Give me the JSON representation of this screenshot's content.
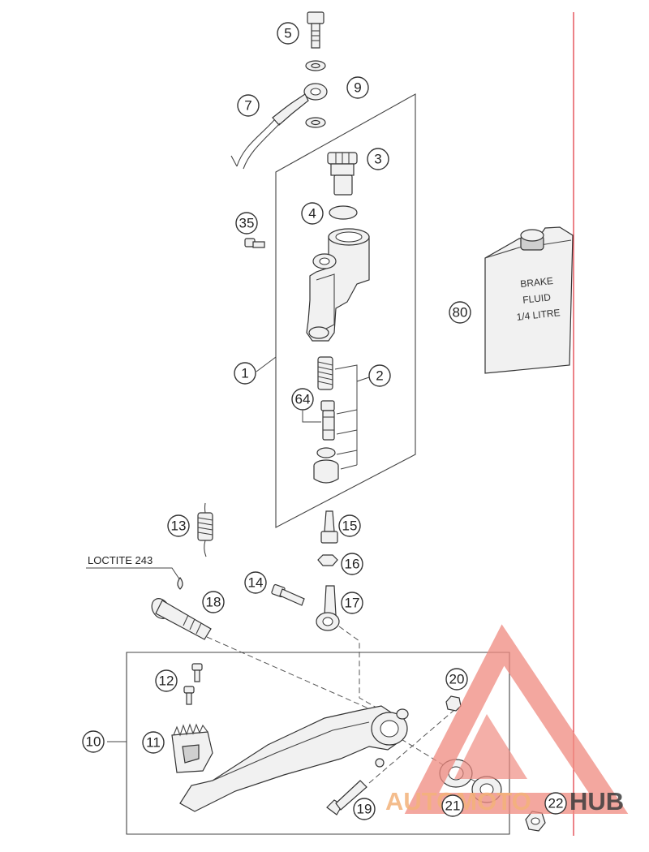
{
  "callouts": {
    "c1": "1",
    "c2": "2",
    "c3": "3",
    "c4": "4",
    "c5": "5",
    "c7": "7",
    "c9": "9",
    "c10": "10",
    "c11": "11",
    "c12": "12",
    "c13": "13",
    "c14": "14",
    "c15": "15",
    "c16": "16",
    "c17": "17",
    "c18": "18",
    "c19": "19",
    "c20": "20",
    "c21": "21",
    "c22": "22",
    "c35": "35",
    "c64": "64",
    "c80": "80"
  },
  "loctite_label": "LOCTITE 243",
  "fluid_label": {
    "line1": "BRAKE",
    "line2": "FLUID",
    "line3": "1/4 LITRE"
  },
  "watermark": {
    "text_a": "AUTOMOTO",
    "text_b": "HUB",
    "color_triangle": "#f08a80",
    "color_a": "#f3b27a",
    "color_b": "#3d3d3d"
  },
  "colors": {
    "margin_line": "#e0303a",
    "ink": "#333333"
  }
}
